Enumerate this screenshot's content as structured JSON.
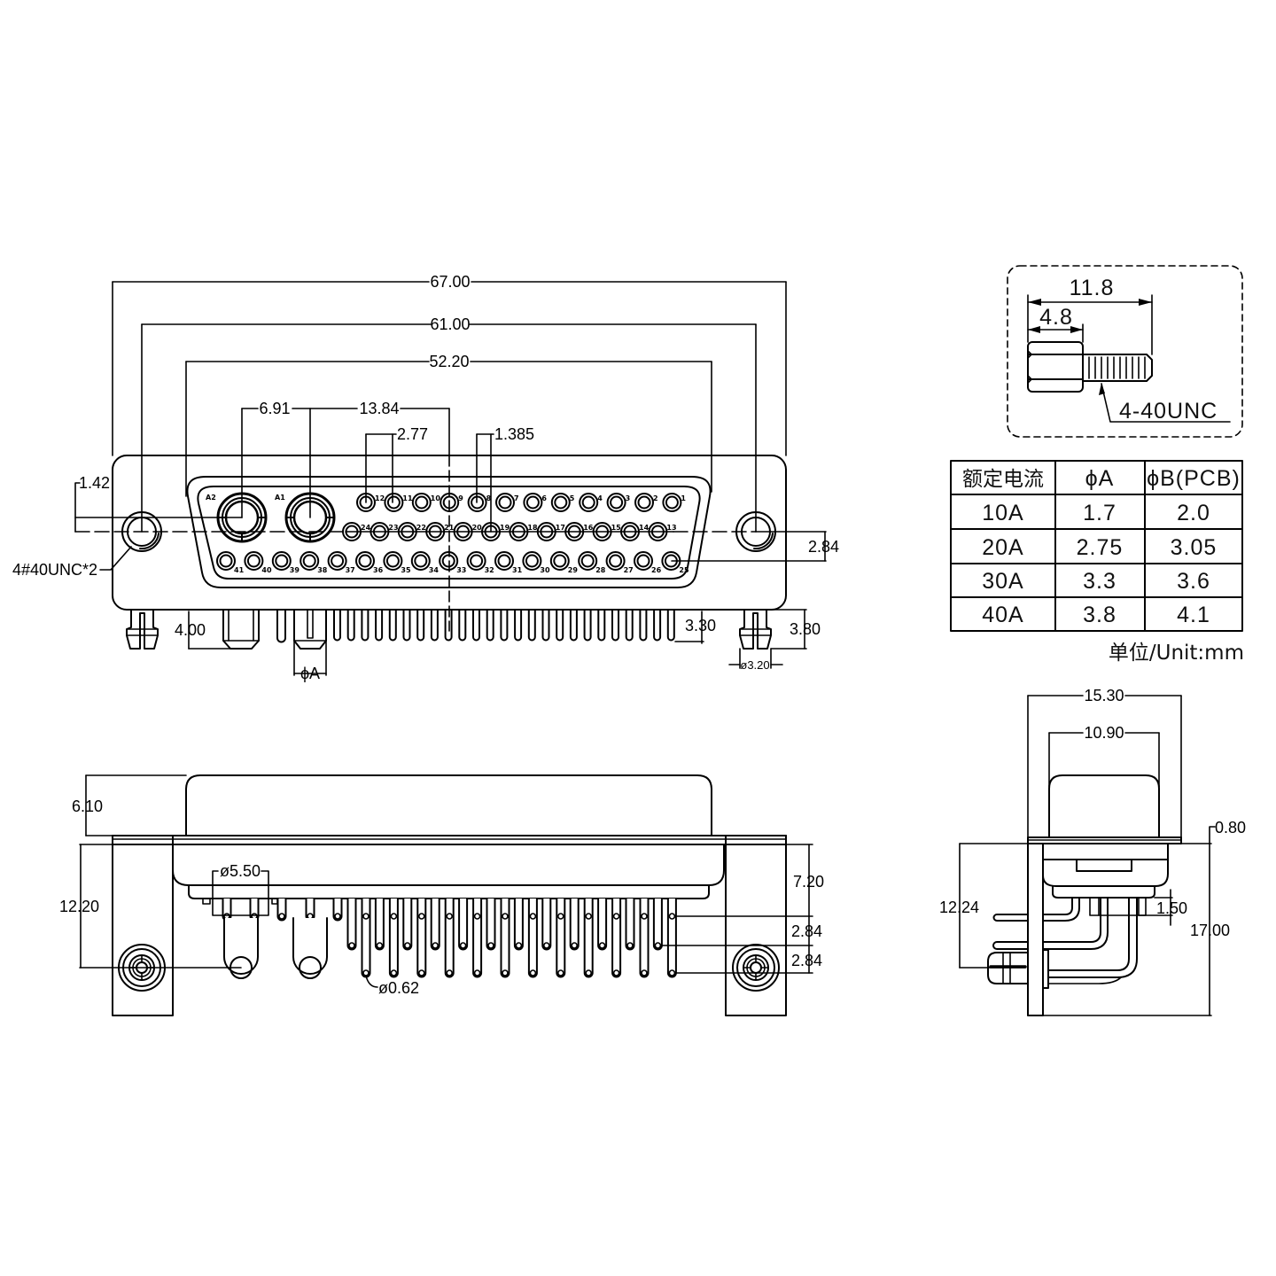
{
  "front_view": {
    "dims": {
      "overall_width": "67.00",
      "mounting_hole_pitch": "61.00",
      "shell_width": "52.20",
      "a2_to_a1": "6.91",
      "a1_to_center": "13.84",
      "pin_pitch": "2.77",
      "row_offset": "1.385",
      "power_row_offset": "1.42",
      "row_spacing": "2.84",
      "left_boardlock_length": "4.00",
      "signal_tail_length": "3.30",
      "right_boardlock_length": "3.80",
      "boardlock_diameter": "ø3.20",
      "power_contact_diameter": "ϕA"
    },
    "mount_note": "4#40UNC*2",
    "power_contacts": [
      "A2",
      "A1"
    ],
    "pin_rows": [
      [
        "12",
        "11",
        "10",
        "9",
        "8",
        "7",
        "6",
        "5",
        "4",
        "3",
        "2",
        "1"
      ],
      [
        "24",
        "23",
        "22",
        "21",
        "20",
        "19",
        "18",
        "17",
        "16",
        "15",
        "14",
        "13"
      ],
      [
        "41",
        "40",
        "39",
        "38",
        "37",
        "36",
        "35",
        "34",
        "33",
        "32",
        "31",
        "30",
        "29",
        "28",
        "27",
        "26",
        "25"
      ]
    ]
  },
  "screw_detail": {
    "total_length": "11.8",
    "head_length": "4.8",
    "thread": "4-40UNC"
  },
  "current_table": {
    "headers": [
      "额定电流",
      "ϕA",
      "ϕB(PCB)"
    ],
    "rows": [
      [
        "10A",
        "1.7",
        "2.0"
      ],
      [
        "20A",
        "2.75",
        "3.05"
      ],
      [
        "30A",
        "3.3",
        "3.6"
      ],
      [
        "40A",
        "3.8",
        "4.1"
      ]
    ],
    "unit_note": "单位/Unit:mm"
  },
  "side_view": {
    "dims": {
      "hood_height": "6.10",
      "mount_center_height": "12.20",
      "power_contact_diameter": "ø5.50",
      "signal_pin_diameter": "ø0.62",
      "first_row_height": "7.20",
      "row_spacing_1": "2.84",
      "row_spacing_2": "2.84"
    }
  },
  "end_view": {
    "dims": {
      "flange_depth": "15.30",
      "hood_depth": "10.90",
      "flange_thickness": "0.80",
      "mount_height": "12.24",
      "overall_height": "17.00",
      "standoff": "1.50"
    }
  }
}
